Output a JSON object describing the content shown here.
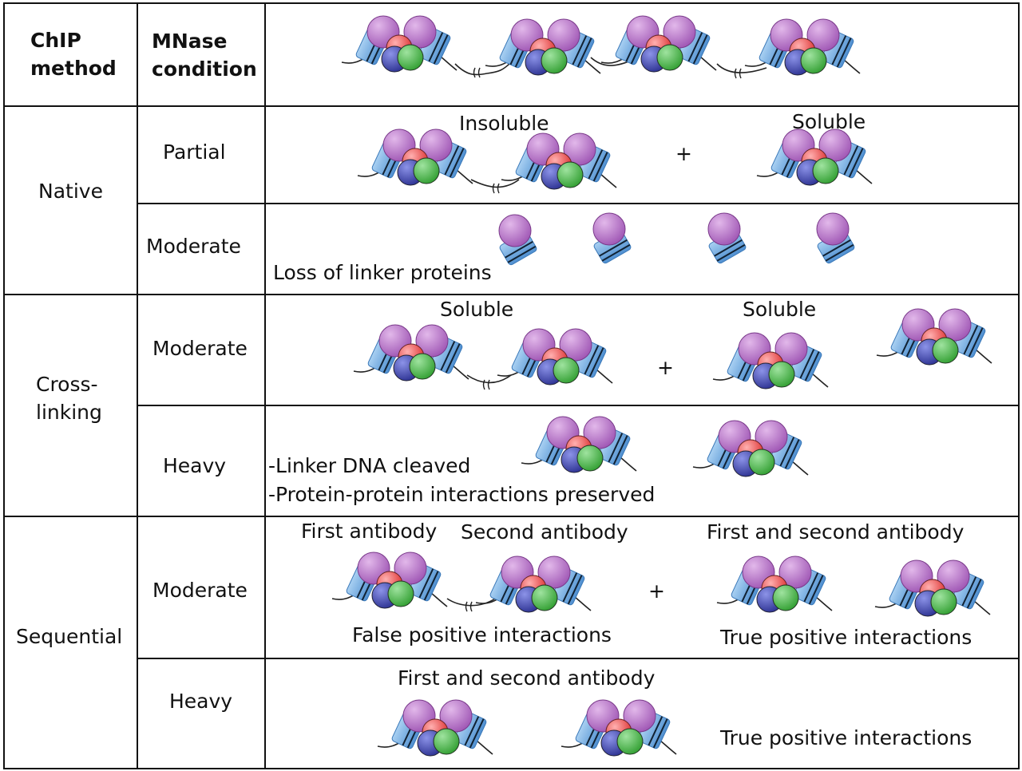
{
  "header": {
    "col1": "ChIP method",
    "col1_l1": "ChIP",
    "col1_l2": "method",
    "col2_l1": "MNase",
    "col2_l2": "condition"
  },
  "methods": {
    "native": "Native",
    "crosslink_l1": "Cross-",
    "crosslink_l2": "linking",
    "sequential": "Sequential"
  },
  "conditions": {
    "partial": "Partial",
    "moderate": "Moderate",
    "heavy": "Heavy"
  },
  "labels": {
    "insoluble": "Insoluble",
    "soluble": "Soluble",
    "plus": "+",
    "loss_linker": "Loss of linker proteins",
    "linker_cleaved": "-Linker DNA cleaved",
    "ppi_preserved": "-Protein-protein interactions preserved",
    "first_antibody": "First antibody",
    "second_antibody": "Second antibody",
    "first_second_antibody": "First and second antibody",
    "false_positive": "False positive interactions",
    "true_positive": "True positive interactions"
  },
  "colors": {
    "purple": "#b06cc0",
    "red": "#e53a3a",
    "blue": "#3d43a8",
    "green": "#3fae3f",
    "cylinder": "#6aa8e0"
  }
}
